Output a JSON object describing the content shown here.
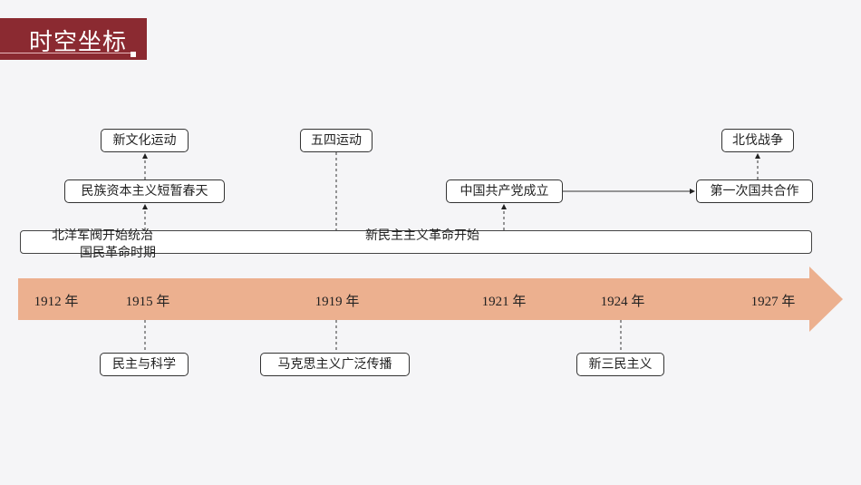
{
  "title": "时空坐标",
  "colors": {
    "title_bg": "#8b2a31",
    "arrow": "#ecb08f"
  },
  "years": [
    "1912 年",
    "1915 年",
    "1919 年",
    "1921 年",
    "1924 年",
    "1927 年"
  ],
  "top_events": {
    "xinwenhua": "新文化运动",
    "minzu_ziben": "民族资本主义短暂春天",
    "wusi": "五四运动",
    "zhonggong": "中国共产党成立",
    "beifa": "北伐战争",
    "guogong": "第一次国共合作"
  },
  "bar": {
    "beiyang": "北洋军阀开始统治",
    "guomin": "国民革命时期",
    "xinminzhu": "新民主主义革命开始"
  },
  "bottom_events": {
    "minzhu_kexue": "民主与科学",
    "makesi": "马克思主义广泛传播",
    "xinsanmin": "新三民主义"
  }
}
